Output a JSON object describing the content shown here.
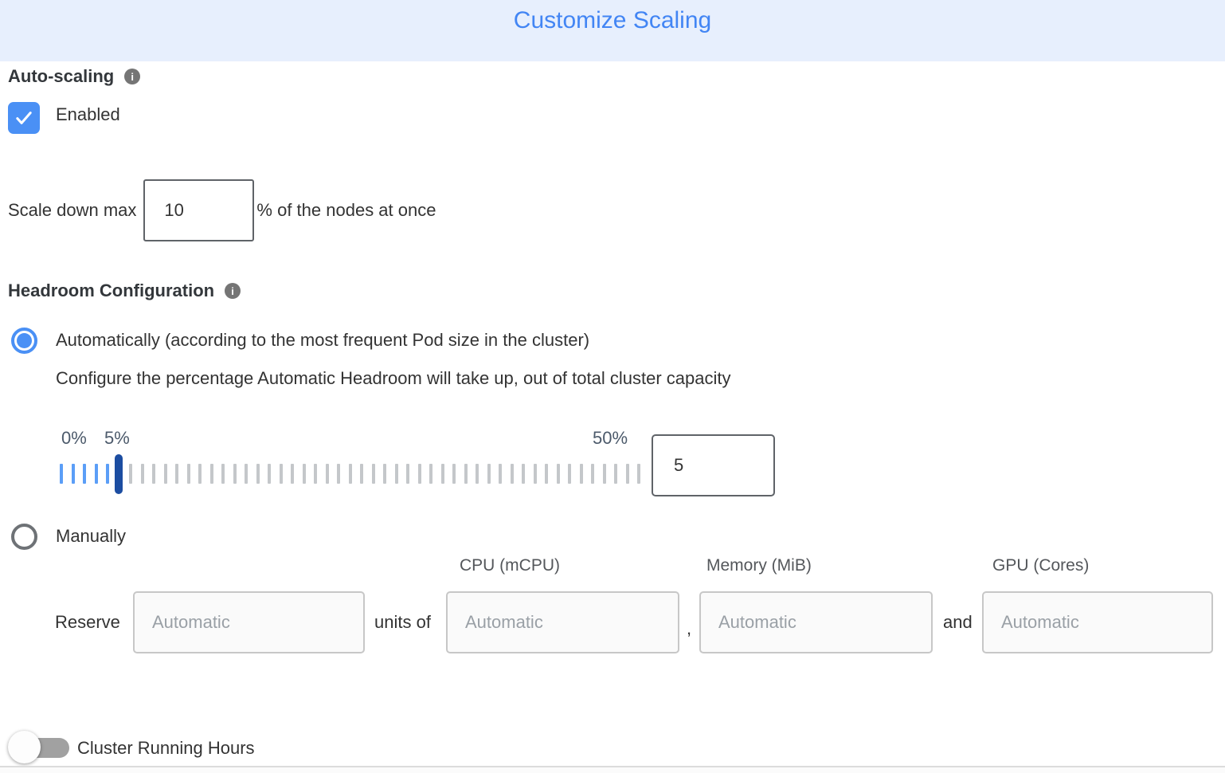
{
  "header": {
    "title": "Customize Scaling"
  },
  "auto_scaling": {
    "label": "Auto-scaling",
    "enabled_label": "Enabled",
    "enabled_checked": true
  },
  "scale_down": {
    "label": "Scale down max",
    "value": "10",
    "suffix": "% of the nodes at once"
  },
  "headroom": {
    "label": "Headroom Configuration",
    "auto_option": "Automatically (according to the most frequent Pod size in the cluster)",
    "auto_selected": true,
    "auto_description": "Configure the percentage Automatic Headroom will take up, out of total cluster capacity",
    "manual_option": "Manually",
    "manual_selected": false,
    "slider": {
      "min_label": "0%",
      "current_label": "5%",
      "max_label": "50%",
      "value": "5",
      "tick_count": 51,
      "thumb_index": 5
    }
  },
  "reserve": {
    "label": "Reserve",
    "units_of": "units of",
    "comma": ",",
    "and": "and",
    "columns": [
      "CPU (mCPU)",
      "Memory (MiB)",
      "GPU (Cores)"
    ],
    "placeholder": "Automatic"
  },
  "cluster_running_hours": {
    "label": "Cluster Running Hours",
    "enabled": false
  },
  "icons": {
    "auto_scaling_info": "info-icon",
    "headroom_info": "info-icon",
    "checkbox_check": "checkmark-icon"
  },
  "colors": {
    "header_bg": "#e7effd",
    "title_blue": "#4285f4",
    "accent_blue": "#4a90f5",
    "checkbox_blue": "#4a90f5",
    "tick_blue": "#5b9ef7",
    "tick_gray": "#c4c7ca",
    "thumb_navy": "#1c4da1",
    "slider_label": "#4c5a6b",
    "toggle_track_gray": "#a1a1a1"
  }
}
